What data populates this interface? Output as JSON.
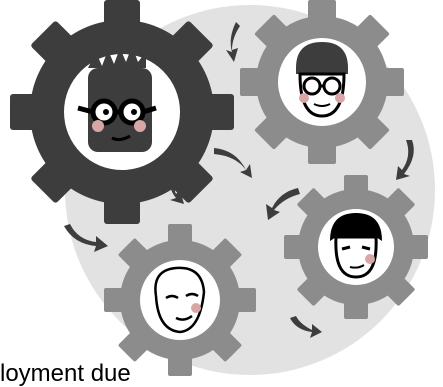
{
  "caption": {
    "text": "loyment due"
  },
  "colors": {
    "background": "#ffffff",
    "backdrop_circle": "#e2e2e2",
    "gear_dark": "#3d3d3d",
    "gear_mid": "#8c8c8c",
    "face_fill": "#ffffff",
    "cheek": "#d9a6a6",
    "arrow": "#3d3d3d"
  },
  "illustration": {
    "gear_names": [
      "gear-large-dark",
      "gear-top-right",
      "gear-middle-right",
      "gear-bottom-center"
    ],
    "icons": [
      "gear-icon",
      "face-icon",
      "curved-arrow-icon",
      "glasses-icon"
    ]
  }
}
